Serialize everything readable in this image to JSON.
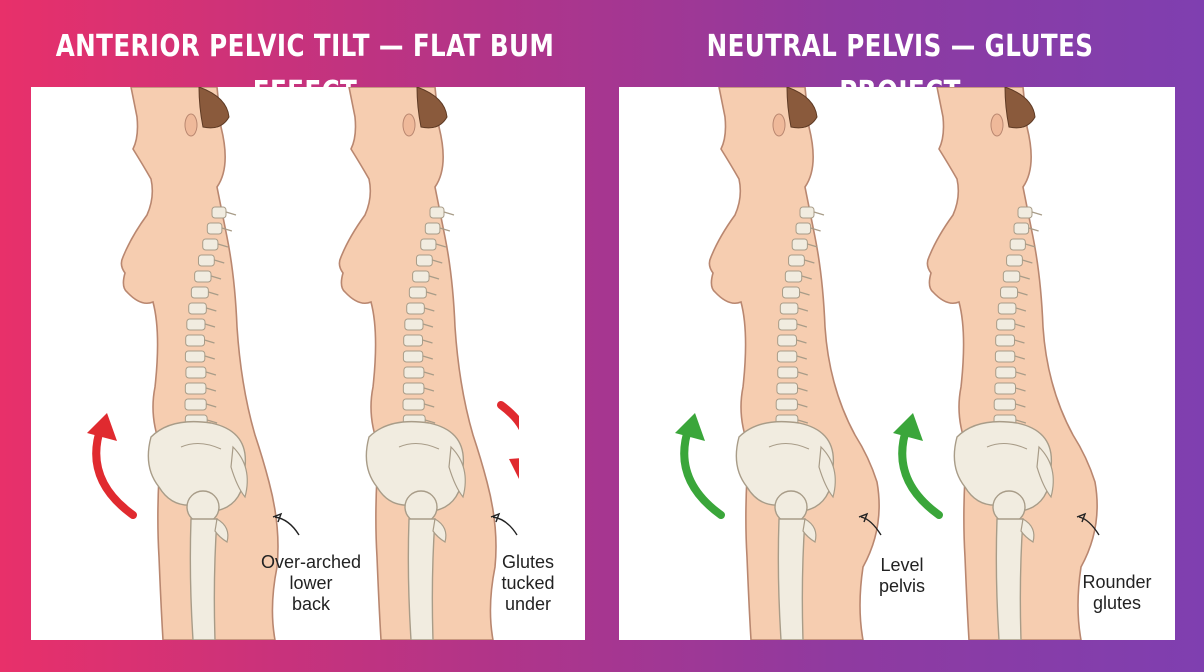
{
  "panels": [
    {
      "title": "ANTERIOR PELVIC TILT — FLAT BUM EFFECT",
      "figures": [
        {
          "label_lines": [
            "Over-arched",
            "lower",
            "back"
          ],
          "arrow_color": "#e02a2f",
          "arrow_direction": "up",
          "buttock": "flat"
        },
        {
          "label_lines": [
            "Glutes",
            "tucked",
            "under"
          ],
          "arrow_color": "#e02a2f",
          "arrow_direction": "down",
          "buttock": "flat"
        }
      ]
    },
    {
      "title": "NEUTRAL PELVIS — GLUTES PROJECT",
      "figures": [
        {
          "label_lines": [
            "Level",
            "pelvis"
          ],
          "arrow_color": "#3aa63a",
          "arrow_direction": "up",
          "buttock": "round"
        },
        {
          "label_lines": [
            "Rounder",
            "glutes"
          ],
          "arrow_color": "#3aa63a",
          "arrow_direction": "up",
          "buttock": "round"
        }
      ]
    }
  ],
  "colors": {
    "skin": "#f6cdb0",
    "skin_outline": "#b98770",
    "hair": "#8a5a3c",
    "bone": "#f1ece0",
    "bone_outline": "#a89c88"
  }
}
